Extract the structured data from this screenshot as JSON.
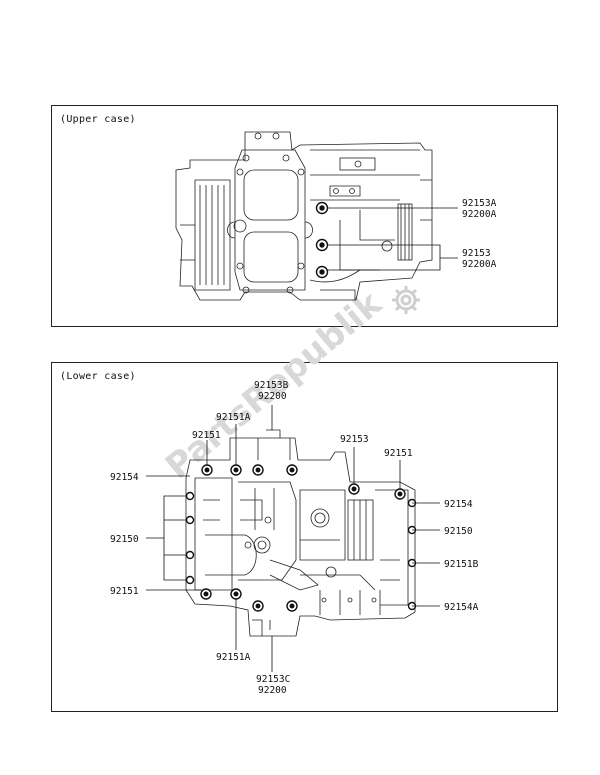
{
  "upper": {
    "title": "(Upper case)",
    "labels": {
      "a1": "92153A",
      "a2": "92200A",
      "b1": "92153",
      "b2": "92200A"
    }
  },
  "lower": {
    "title": "(Lower case)",
    "labels": {
      "t1": "92153B",
      "t2": "92200",
      "l_92151A": "92151A",
      "l_92151_top": "92151",
      "l_92153": "92153",
      "l_92151_right": "92151",
      "l_92154_left": "92154",
      "l_92154_right": "92154",
      "l_92150_left": "92150",
      "l_92150_right": "92150",
      "l_92151B": "92151B",
      "l_92151_left": "92151",
      "l_92154A": "92154A",
      "b_92151A": "92151A",
      "b_92153C": "92153C",
      "b_92200": "92200"
    }
  },
  "watermark": "PartsRepublik"
}
